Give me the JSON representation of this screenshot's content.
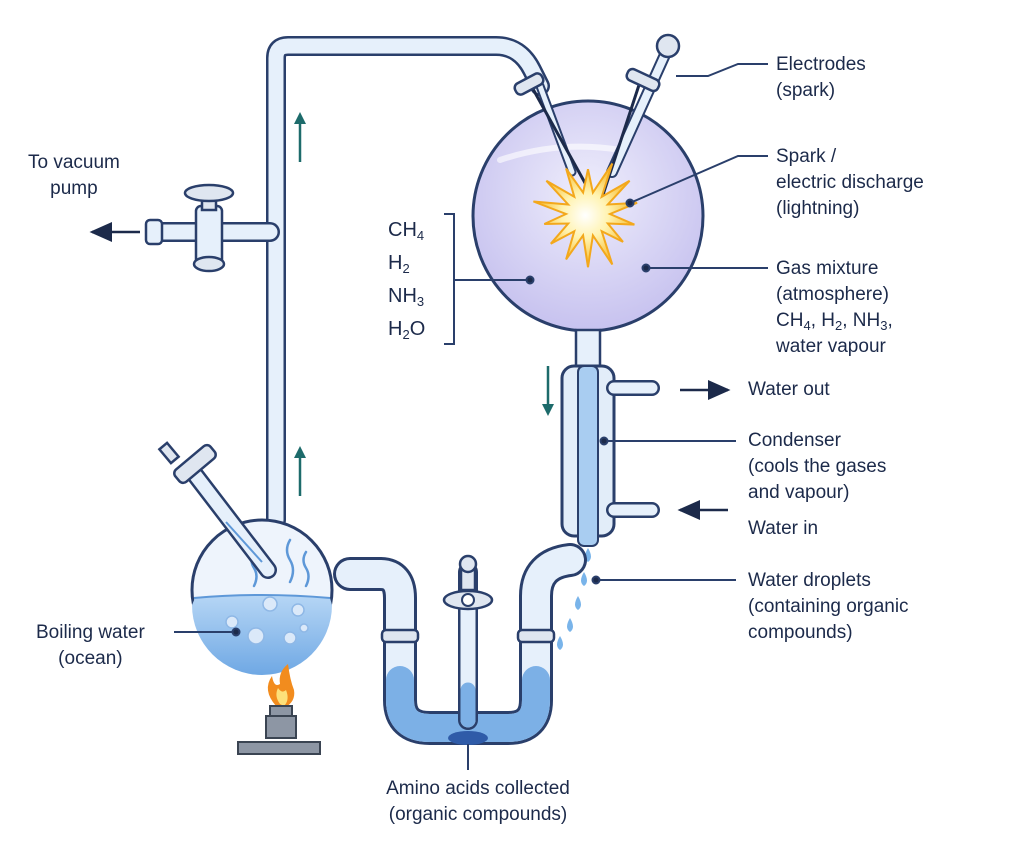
{
  "labels": {
    "vacuum": [
      "To vacuum",
      "pump"
    ],
    "electrodes": [
      "Electrodes",
      "(spark)"
    ],
    "spark": [
      "Spark /",
      "electric discharge",
      "(lightning)"
    ],
    "gas_mixture": [
      "Gas mixture",
      "(atmosphere)"
    ],
    "gas_formula": "CH4, H2, NH3,",
    "gas_vapour": "water vapour",
    "water_out": "Water out",
    "condenser": [
      "Condenser",
      "(cools the gases",
      "and vapour)"
    ],
    "water_in": "Water in",
    "droplets": [
      "Water droplets",
      "(containing organic",
      "compounds)"
    ],
    "boiling": [
      "Boiling water",
      "(ocean)"
    ],
    "amino": [
      "Amino acids collected",
      "(organic compounds)"
    ]
  },
  "formula_list": [
    "CH4",
    "H2",
    "NH3",
    "H2O"
  ],
  "colors": {
    "glass_outline": "#2a3f6b",
    "glass_fill": "#e6f0fb",
    "gas": "#cdc8f2",
    "water": "#9ec6ee",
    "arrow_teal": "#1d6b6b",
    "spark": "#f8c43a",
    "flame": "#f28c1e"
  },
  "icons": [
    "spark-icon",
    "flame-icon",
    "burner-icon",
    "stopcock-icon",
    "flow-arrow-icon"
  ]
}
